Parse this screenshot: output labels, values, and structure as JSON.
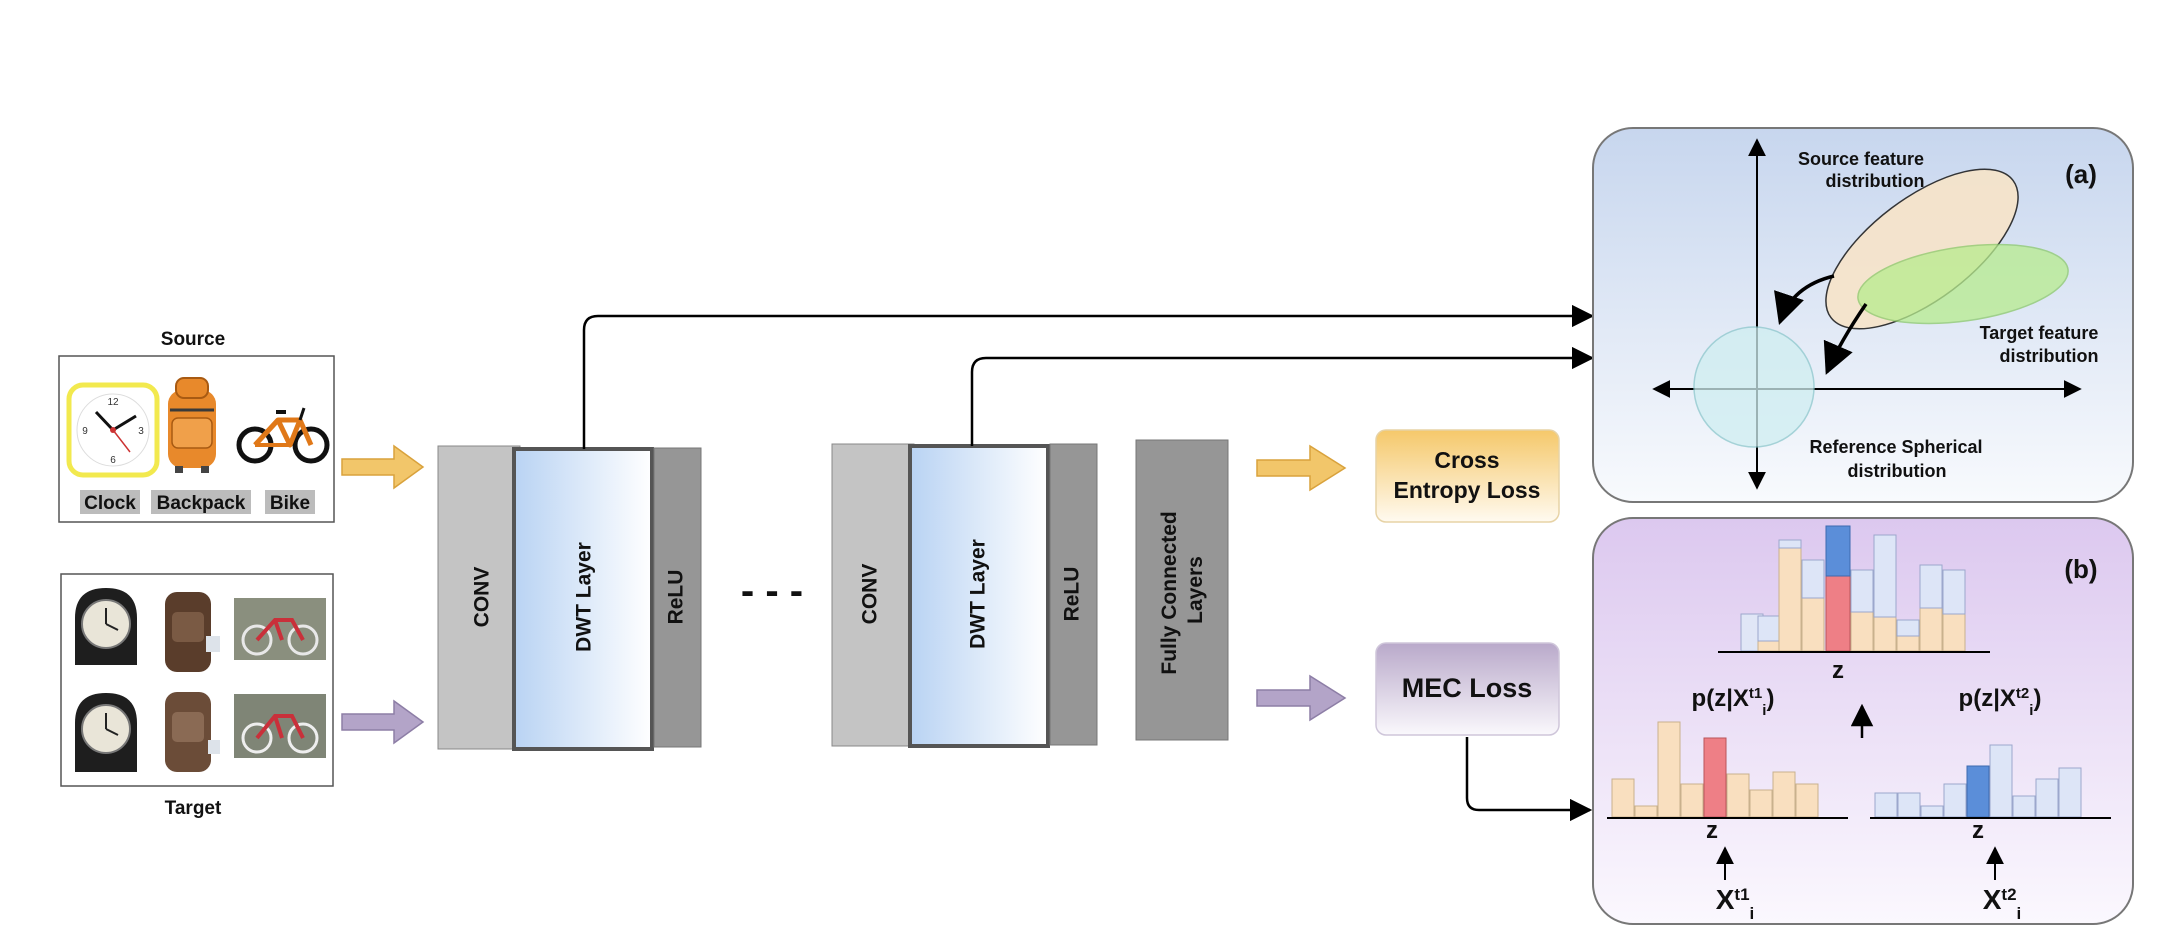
{
  "source": {
    "title": "Source",
    "labels": [
      "Clock",
      "Backpack",
      "Bike"
    ],
    "icons": [
      "clock-icon",
      "backpack-icon",
      "bike-icon"
    ]
  },
  "target": {
    "title": "Target",
    "icons": [
      "alarm-clock-photo",
      "backpack-photo",
      "bike-photo"
    ]
  },
  "block1": {
    "conv": "CONV",
    "dwt": "DWT Layer",
    "relu": "ReLU"
  },
  "ellipsis": "- - -",
  "block2": {
    "conv": "CONV",
    "dwt": "DWT Layer",
    "relu": "ReLU"
  },
  "fc": {
    "line1": "Fully Connected",
    "line2": "Layers"
  },
  "losses": {
    "ce": {
      "line1": "Cross",
      "line2": "Entropy Loss"
    },
    "mec": "MEC Loss"
  },
  "panel_a": {
    "tag": "(a)",
    "source_dist": {
      "line1": "Source feature",
      "line2": "distribution"
    },
    "target_dist": {
      "line1": "Target feature",
      "line2": "distribution"
    },
    "reference": {
      "line1": "Reference Spherical",
      "line2": "distribution"
    }
  },
  "panel_b": {
    "tag": "(b)",
    "z": "z",
    "prob_t1": {
      "prefix": "p(z|X",
      "sup": "t1",
      "sub": "i",
      "suffix": ")"
    },
    "prob_t2": {
      "prefix": "p(z|X",
      "sup": "t2",
      "sub": "i",
      "suffix": ")"
    },
    "x_t1": {
      "base": "X",
      "sup": "t1",
      "sub": "i"
    },
    "x_t2": {
      "base": "X",
      "sup": "t2",
      "sub": "i"
    }
  },
  "colors": {
    "orange_arrow": "#f2c66a",
    "purple_arrow": "#b3a4c8",
    "panel_a_top": "#c7d6ee",
    "panel_b_top": "#dcc8ef",
    "highlight_red": "#ee7f86",
    "highlight_blue": "#5b8ed9"
  }
}
